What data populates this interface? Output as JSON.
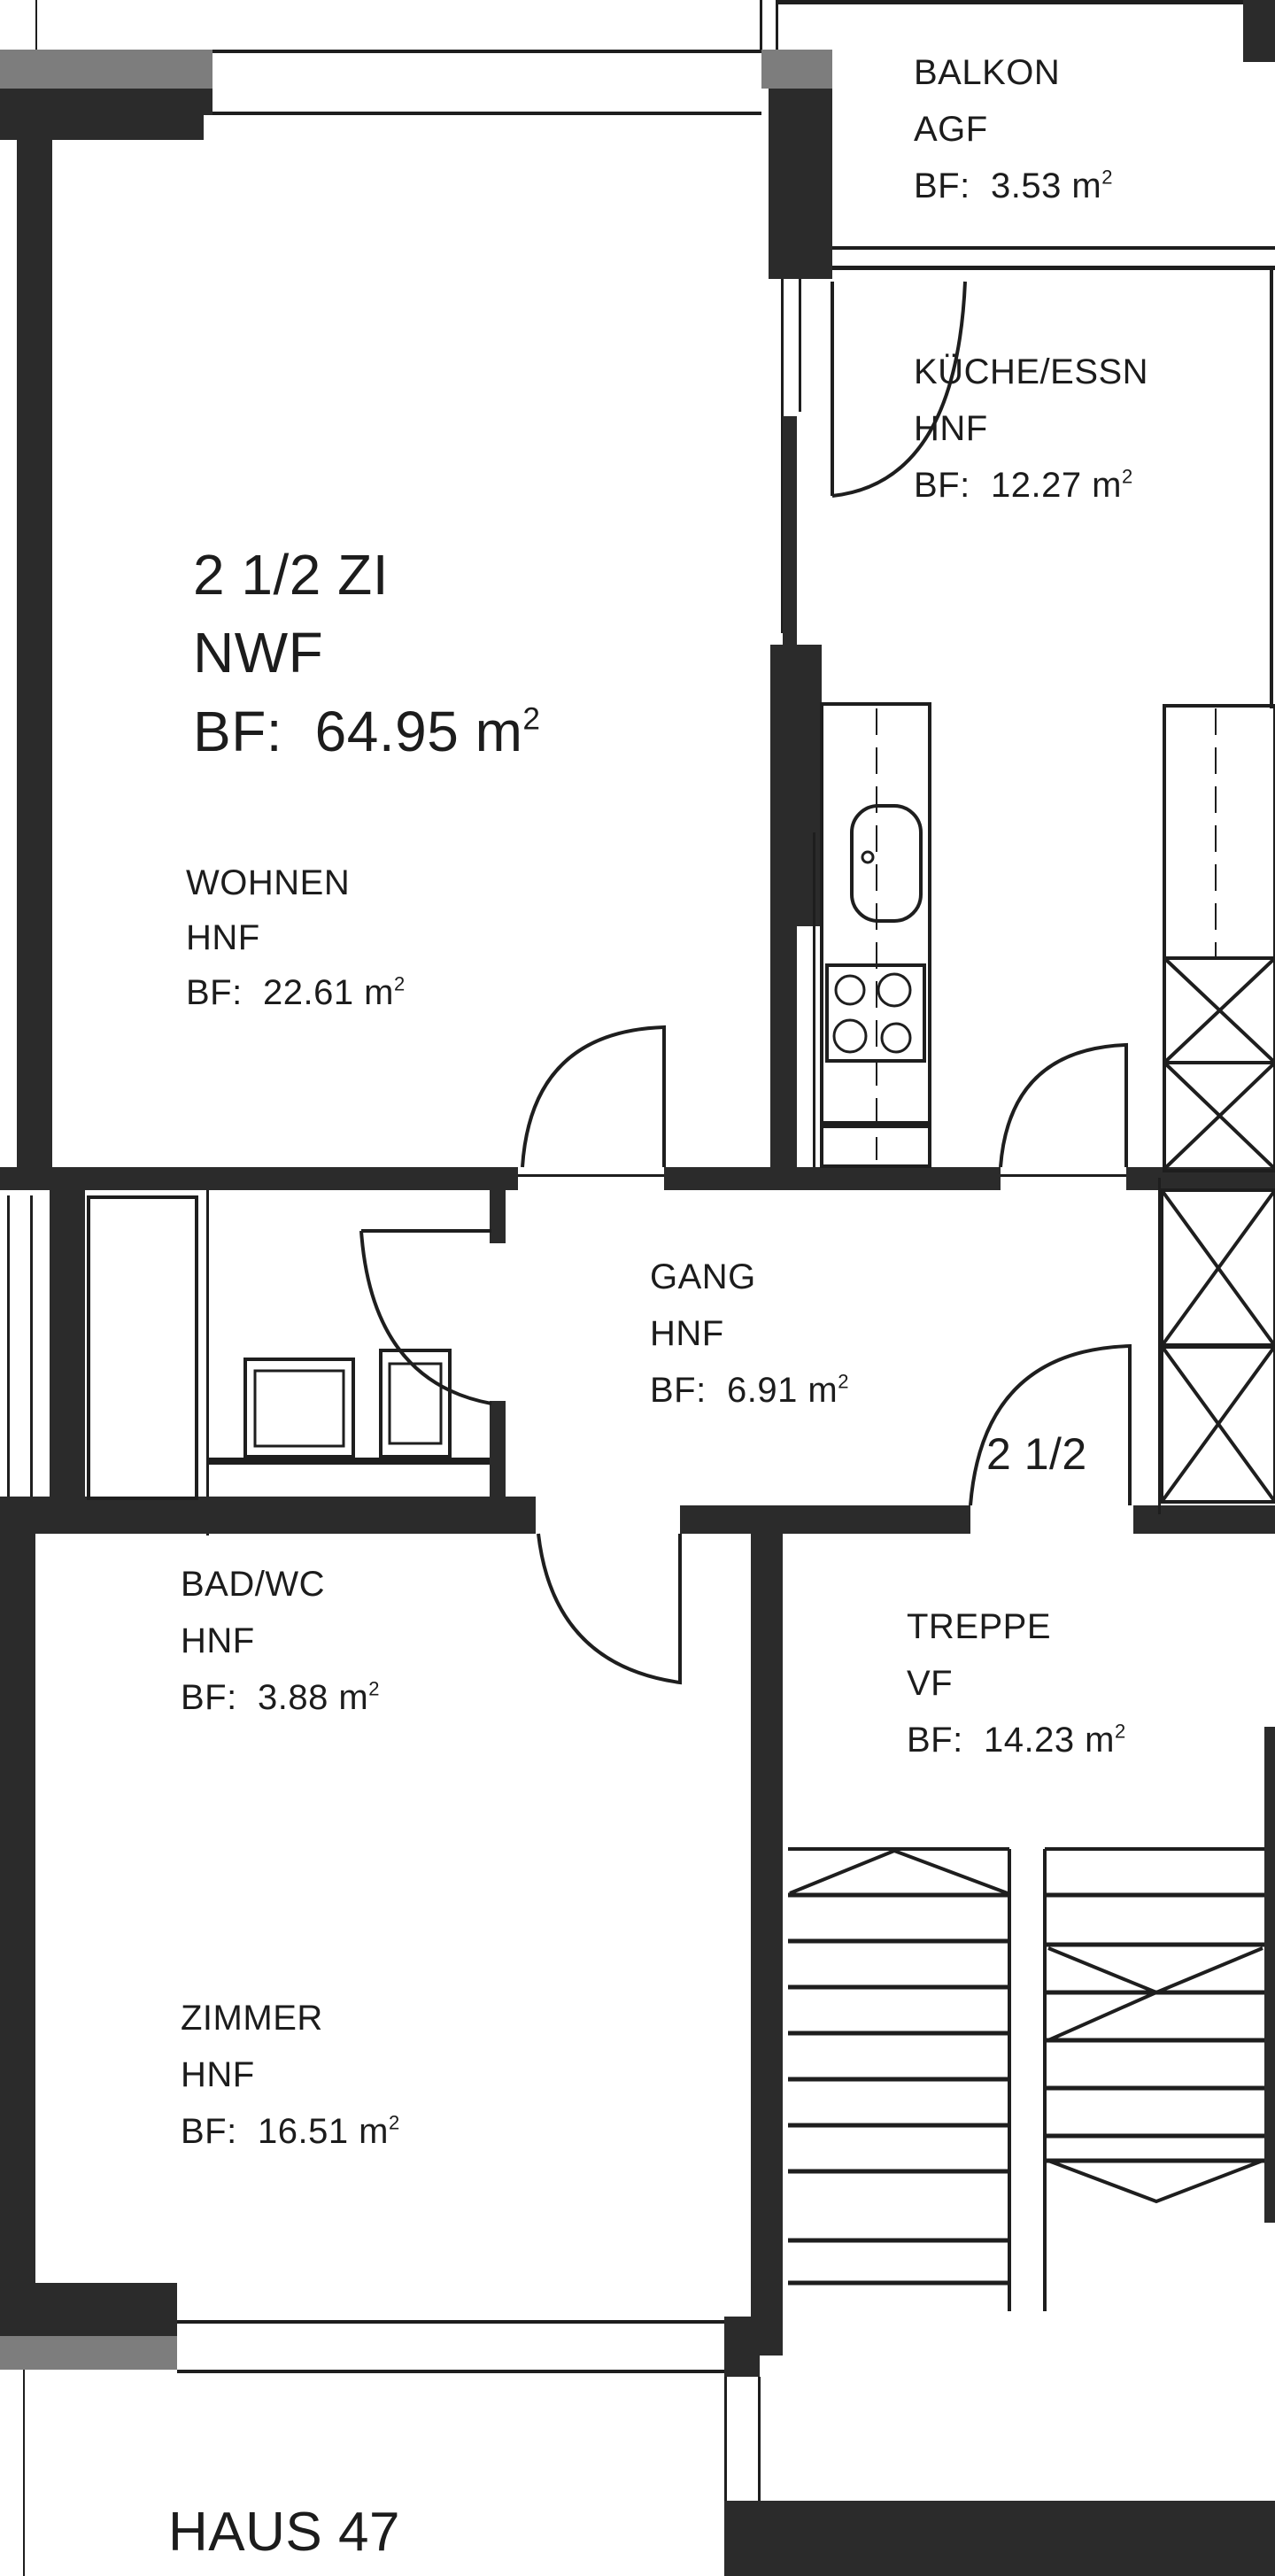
{
  "plan": {
    "unit": {
      "title": "2 1/2 ZI",
      "type": "NWF",
      "area_prefix": "BF:",
      "area_value": "64.95 m",
      "area_unit_sup": "2"
    },
    "rooms": [
      {
        "name": "WOHNEN",
        "category": "HNF",
        "area_prefix": "BF:",
        "area_value": "22.61 m",
        "sup": "2"
      },
      {
        "name": "BALKON",
        "category": "AGF",
        "area_prefix": "BF:",
        "area_value": "3.53 m",
        "sup": "2"
      },
      {
        "name": "KÜCHE/ESSN",
        "category": "HNF",
        "area_prefix": "BF:",
        "area_value": "12.27 m",
        "sup": "2"
      },
      {
        "name": "GANG",
        "category": "HNF",
        "area_prefix": "BF:",
        "area_value": "6.91 m",
        "sup": "2"
      },
      {
        "name": "BAD/WC",
        "category": "HNF",
        "area_prefix": "BF:",
        "area_value": "3.88 m",
        "sup": "2"
      },
      {
        "name": "TREPPE",
        "category": "VF",
        "area_prefix": "BF:",
        "area_value": "14.23 m",
        "sup": "2"
      },
      {
        "name": "ZIMMER",
        "category": "HNF",
        "area_prefix": "BF:",
        "area_value": "16.51 m",
        "sup": "2"
      }
    ],
    "door_label": "2 1/2",
    "building_label": "HAUS 47"
  },
  "colors": {
    "wall": "#2b2b2b",
    "wall_section": "#7d7d7d",
    "background": "#ffffff",
    "ink": "#1c1c1c"
  }
}
